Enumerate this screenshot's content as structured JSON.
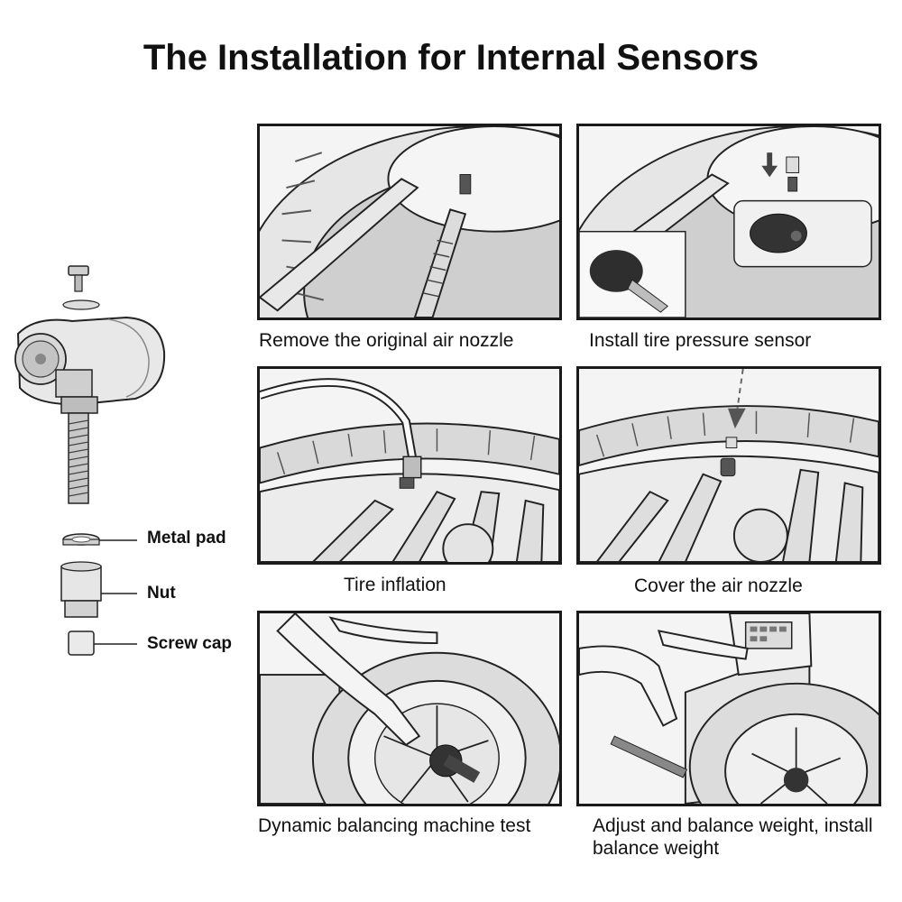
{
  "title": "The Installation for Internal Sensors",
  "parts": {
    "metal_pad": "Metal pad",
    "nut": "Nut",
    "screw_cap": "Screw cap"
  },
  "steps": [
    {
      "caption": "Remove the original air nozzle"
    },
    {
      "caption": "Install tire pressure sensor"
    },
    {
      "caption": "Tire inflation"
    },
    {
      "caption": "Cover the air nozzle"
    },
    {
      "caption": "Dynamic balancing machine test"
    },
    {
      "caption": "Adjust and balance weight, install balance weight"
    }
  ],
  "colors": {
    "line": "#1a1a1a",
    "panel_bg": "#f4f4f4",
    "shade": "#d6d6d6",
    "dark": "#3a3a3a"
  }
}
